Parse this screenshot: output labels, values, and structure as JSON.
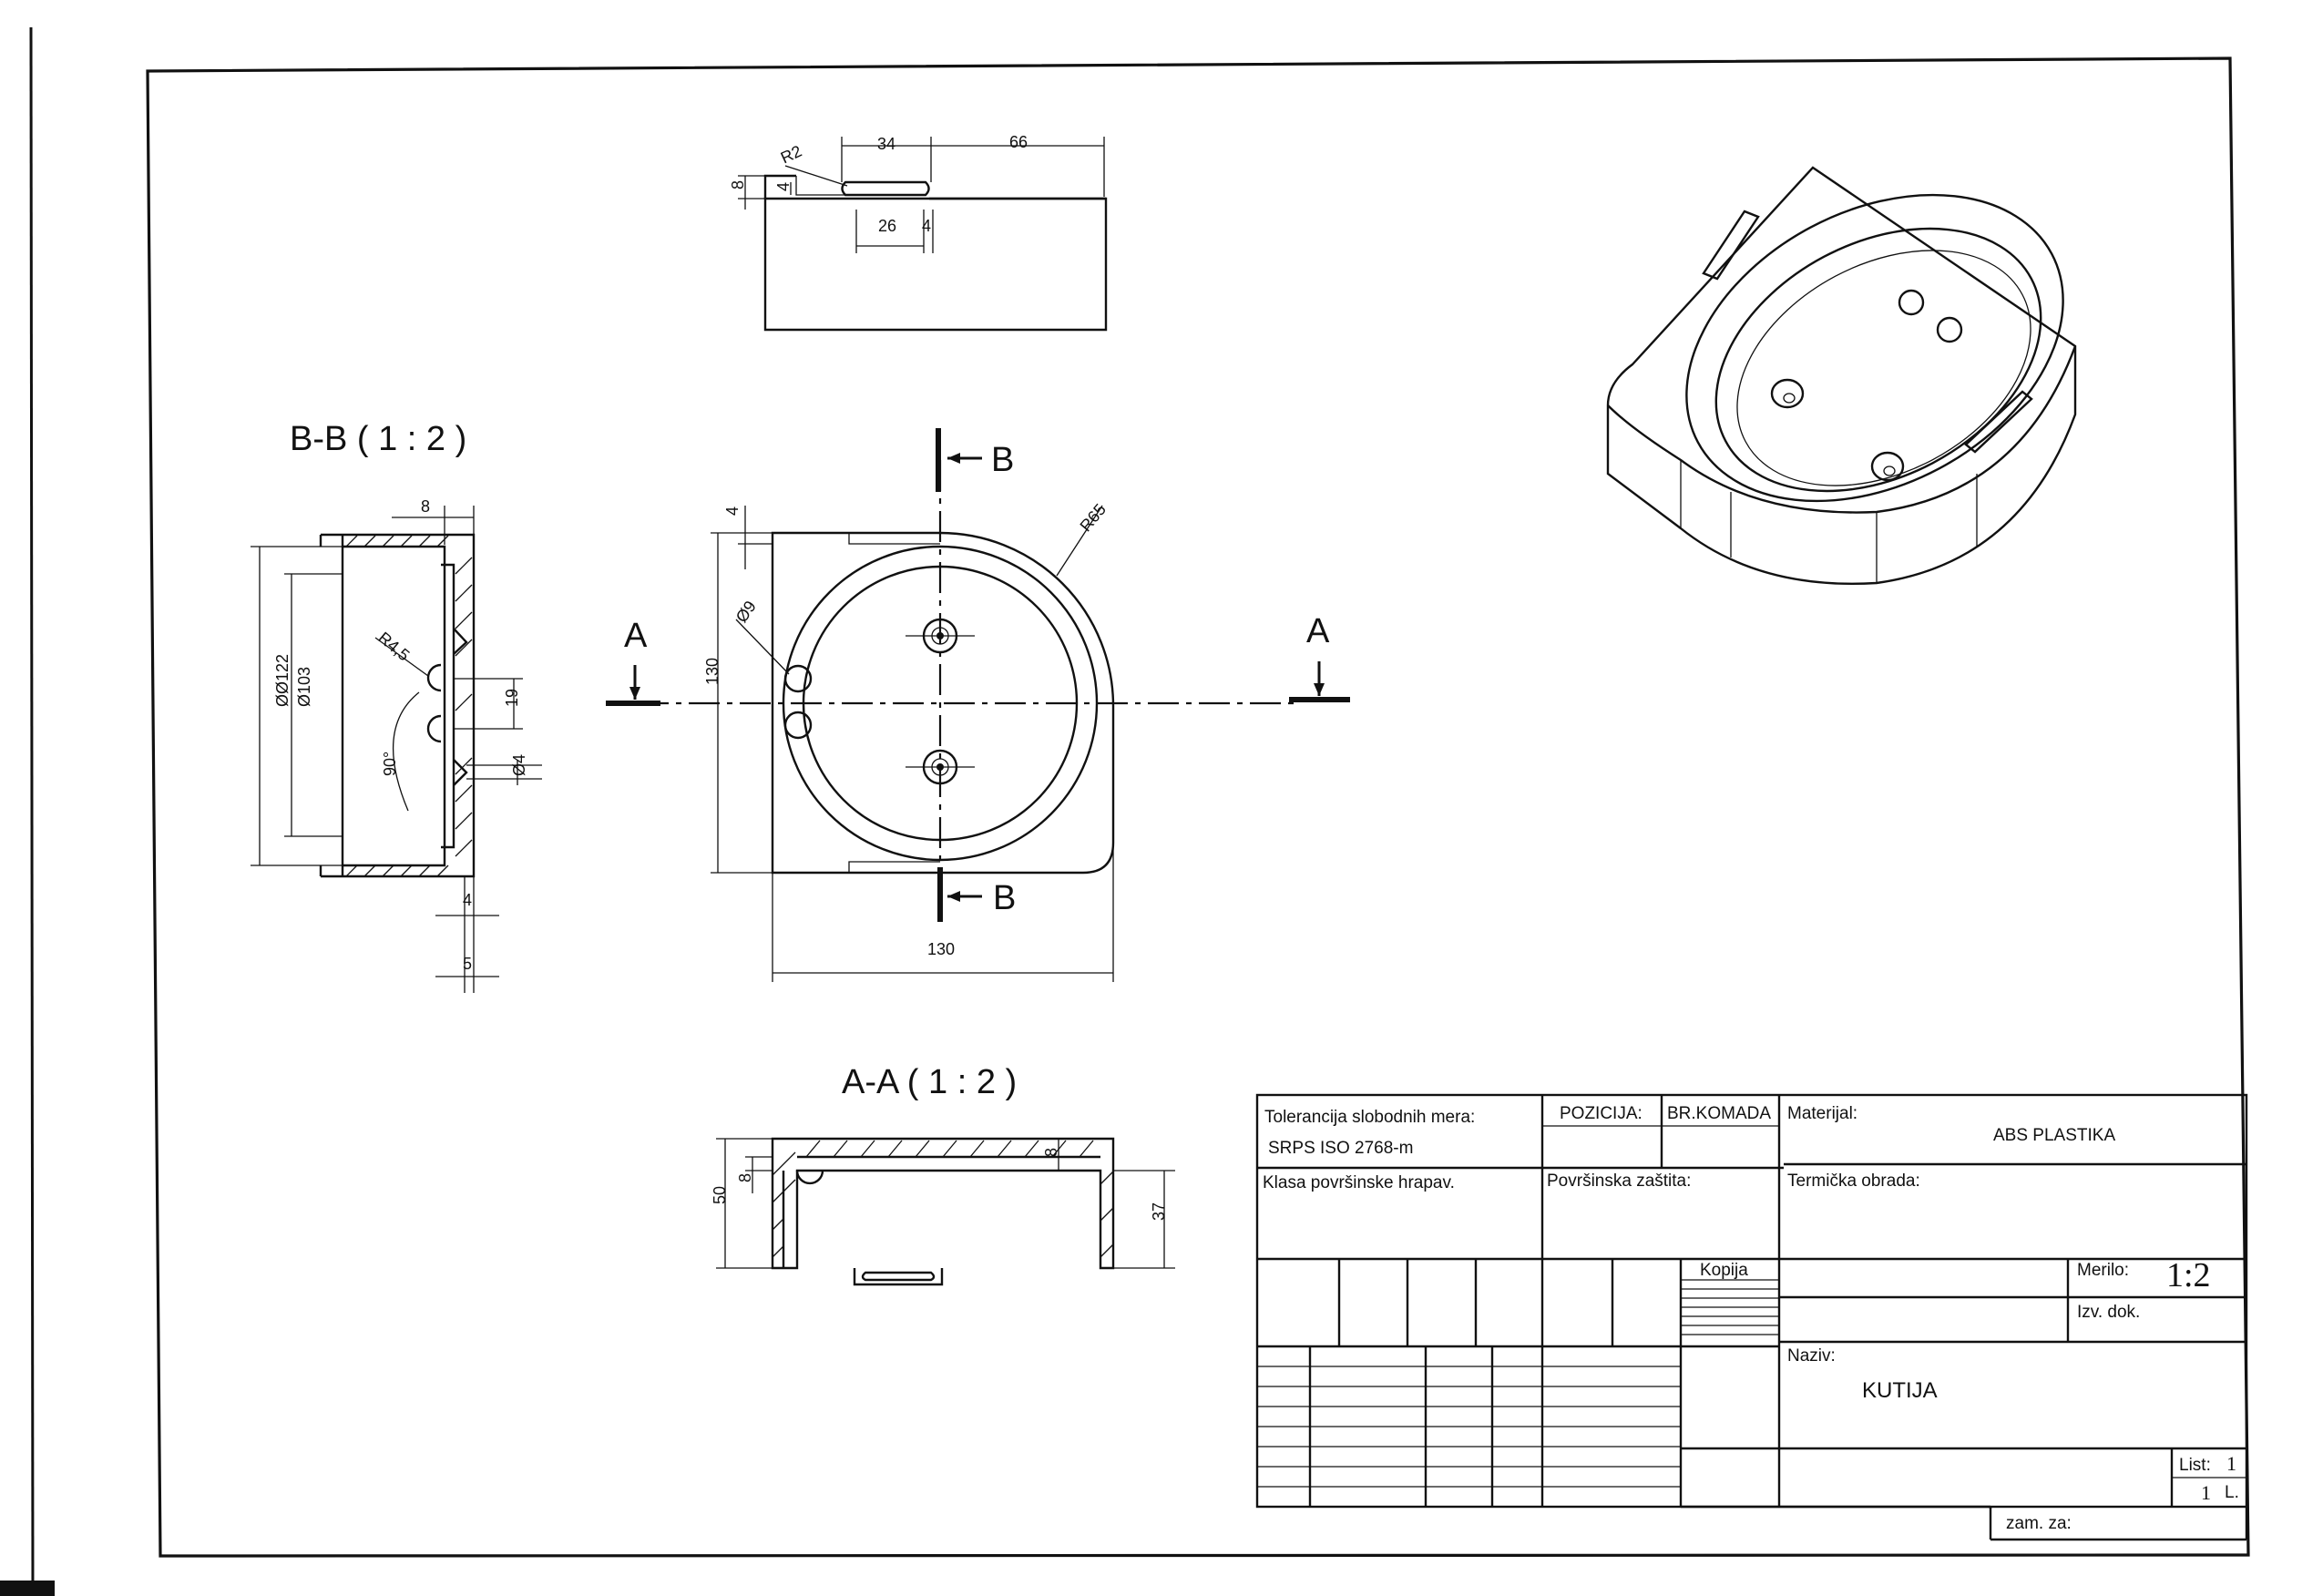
{
  "views": {
    "section_bb": "B-B ( 1 : 2 )",
    "section_aa": "A-A ( 1 : 2 )",
    "cut_a": "A",
    "cut_b": "B"
  },
  "dimensions": {
    "top_view": [
      "R2",
      "34",
      "66",
      "8",
      "4",
      "26",
      "4"
    ],
    "front_view": [
      "4",
      "R65",
      "Ø9",
      "130",
      "130"
    ],
    "section_bb": [
      "8",
      "ØØ122",
      "Ø103",
      "R4,5",
      "19",
      "90°",
      "Ø4",
      "4",
      "5"
    ],
    "section_aa": [
      "50",
      "8",
      "8",
      "37"
    ]
  },
  "title_block": {
    "tolerance_label": "Tolerancija slobodnih mera:",
    "tolerance_value": "SRPS ISO 2768-m",
    "position_label": "POZICIJA:",
    "pieces_label": "BR.KOMADA",
    "material_label": "Materijal:",
    "material_value": "ABS PLASTIKA",
    "roughness_label": "Klasa površinske hrapav.",
    "surface_label": "Površinska zaštita:",
    "heat_label": "Termička obrada:",
    "copy_label": "Kopija",
    "scale_label": "Merilo:",
    "scale_value": "1:2",
    "doc_label": "Izv. dok.",
    "name_label": "Naziv:",
    "name_value": "KUTIJA",
    "sheet_label": "List:",
    "sheet_value": "1",
    "sheets_value": "1",
    "sheets_suffix": "L.",
    "replace_label": "zam. za:"
  }
}
